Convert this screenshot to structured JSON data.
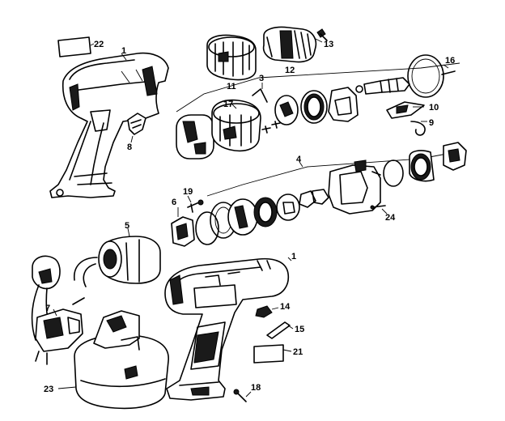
{
  "callouts": [
    {
      "id": "c22",
      "text": "22"
    },
    {
      "id": "c1a",
      "text": "1"
    },
    {
      "id": "c11",
      "text": "11"
    },
    {
      "id": "c12",
      "text": "12"
    },
    {
      "id": "c13",
      "text": "13"
    },
    {
      "id": "c16",
      "text": "16"
    },
    {
      "id": "c3",
      "text": "3"
    },
    {
      "id": "c17",
      "text": "17"
    },
    {
      "id": "c10",
      "text": "10"
    },
    {
      "id": "c9",
      "text": "9"
    },
    {
      "id": "c8",
      "text": "8"
    },
    {
      "id": "c4",
      "text": "4"
    },
    {
      "id": "c19",
      "text": "19"
    },
    {
      "id": "c6",
      "text": "6"
    },
    {
      "id": "c24",
      "text": "24"
    },
    {
      "id": "c5",
      "text": "5"
    },
    {
      "id": "c1b",
      "text": "1"
    },
    {
      "id": "c14",
      "text": "14"
    },
    {
      "id": "c7",
      "text": "7"
    },
    {
      "id": "c15",
      "text": "15"
    },
    {
      "id": "c21",
      "text": "21"
    },
    {
      "id": "c23",
      "text": "23"
    },
    {
      "id": "c18",
      "text": "18"
    }
  ]
}
